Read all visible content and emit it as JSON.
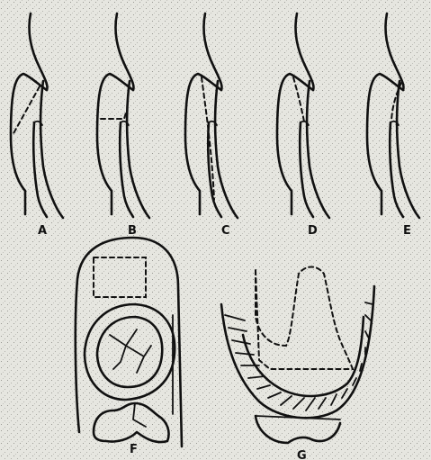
{
  "figure": {
    "panel_labels": {
      "a": "A",
      "b": "B",
      "c": "C",
      "d": "D",
      "e": "E",
      "f": "F",
      "g": "G"
    }
  }
}
